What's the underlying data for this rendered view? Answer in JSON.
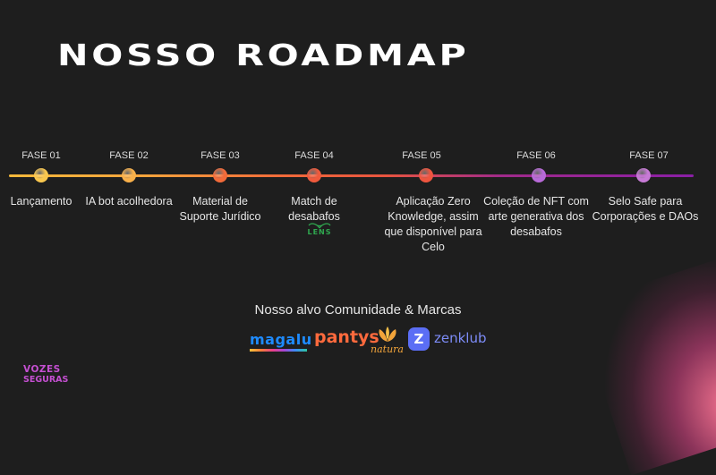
{
  "title": "NOSSO ROADMAP",
  "phases": [
    {
      "label": "FASE 01",
      "desc": "Lançamento",
      "color": "#f9c74f"
    },
    {
      "label": "FASE 02",
      "desc": "IA bot acolhedora",
      "color": "#f8b04a"
    },
    {
      "label": "FASE 03",
      "desc": "Material de Suporte Jurídico",
      "color": "#f26b3a"
    },
    {
      "label": "FASE 04",
      "desc": "Match de desabafos",
      "color": "#ef5a3c"
    },
    {
      "label": "FASE 05",
      "desc": "Aplicação Zero Knowledge, assim que disponível para Celo",
      "color": "#ee553f"
    },
    {
      "label": "FASE 06",
      "desc": "Coleção de NFT com arte generativa dos desabafos",
      "color": "#b86ad8"
    },
    {
      "label": "FASE 07",
      "desc": "Selo Safe para Corporações e DAOs",
      "color": "#c77ad6"
    }
  ],
  "lens_logo": "LENS",
  "target": {
    "title": "Nosso alvo Comunidade & Marcas",
    "brands": {
      "magalu": "magalu",
      "pantys": "pantys",
      "natura": "natura",
      "zen_icon": "Z",
      "zenklub": "zenklub"
    }
  },
  "logo": {
    "line1": "VOZES",
    "line2": "SEGURAS"
  },
  "colors": {
    "background": "#1e1e1e",
    "accent": "#c44fd1"
  }
}
